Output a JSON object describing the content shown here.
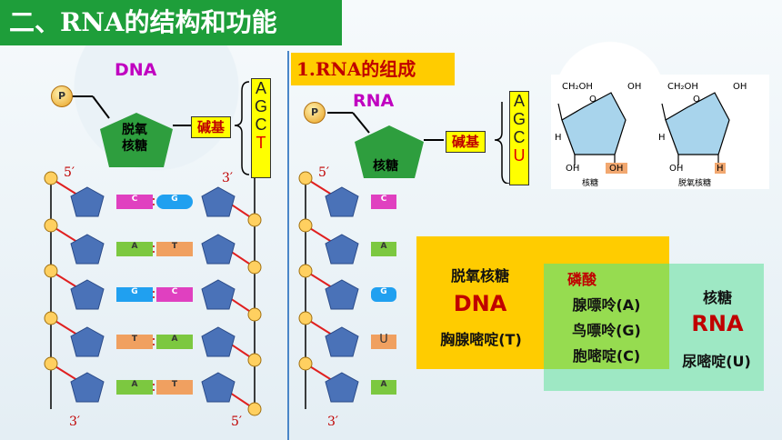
{
  "title": "二、RNA的结构和功能",
  "subtitle": "1.RNA的组成",
  "dna_panel": {
    "label": "DNA",
    "phosphate": "P",
    "sugar": "脱氧\n核糖",
    "base_label": "碱基",
    "bases": [
      "A",
      "G",
      "C",
      "T"
    ],
    "end_labels": {
      "top_left": "5′",
      "top_right": "3′",
      "bottom_left": "3′",
      "bottom_right": "5′"
    },
    "strand_left": [
      "C",
      "A",
      "G",
      "T",
      "A"
    ],
    "strand_right": [
      "G",
      "T",
      "C",
      "A",
      "T"
    ]
  },
  "rna_panel": {
    "label": "RNA",
    "phosphate": "P",
    "sugar": "核糖",
    "base_label": "碱基",
    "bases": [
      "A",
      "G",
      "C",
      "U"
    ],
    "end_labels": {
      "top": "5′",
      "bottom": "3′"
    },
    "strand": [
      "C",
      "A",
      "G",
      "U",
      "A"
    ]
  },
  "ribose_structures": [
    {
      "ch2oh": "CH₂OH",
      "oh_top": "OH",
      "o": "O",
      "h": "H",
      "oh_left": "OH",
      "oh_right": "OH",
      "name": "核糖"
    },
    {
      "ch2oh": "CH₂OH",
      "oh_top": "OH",
      "o": "O",
      "h": "H",
      "oh_left": "OH",
      "oh_right": "H",
      "name": "脱氧核糖"
    }
  ],
  "comparison": {
    "dna_sugar": "脱氧核糖",
    "dna_name": "DNA",
    "dna_unique_base": "胸腺嘧啶(T)",
    "shared_header": "磷酸",
    "shared_bases": [
      "腺嘌呤(A)",
      "鸟嘌呤(G)",
      "胞嘧啶(C)"
    ],
    "rna_sugar": "核糖",
    "rna_name": "RNA",
    "rna_unique_base": "尿嘧啶(U)"
  },
  "colors": {
    "title_bg": "#1e9e3a",
    "subtitle_bg": "#ffcc00",
    "pentagon": "#2e9e3e",
    "nucleotide_pentagon": "#4a72b8"
  }
}
